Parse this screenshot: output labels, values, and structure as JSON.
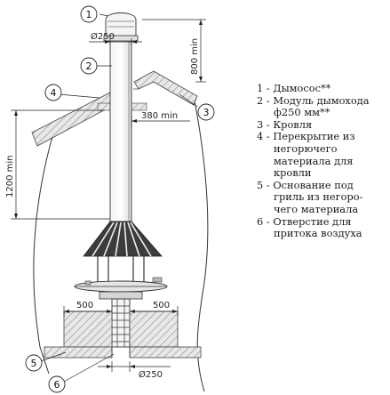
{
  "callouts": [
    "1",
    "2",
    "3",
    "4",
    "5",
    "6"
  ],
  "dimensions": {
    "top_diameter": "Ø250",
    "height_above_roof": "800 min",
    "clearance_roof": "380 min",
    "height_above_grill": "1200 min",
    "side_left": "500",
    "side_right": "500",
    "bottom_diameter": "Ø250"
  },
  "legend": [
    {
      "lines": [
        "1 - Дымосос**"
      ]
    },
    {
      "lines": [
        "2 - Модуль дымохода",
        "ф250 мм**"
      ]
    },
    {
      "lines": [
        "3 - Кровля"
      ]
    },
    {
      "lines": [
        "4 - Перекрытие из",
        "негорючего",
        "материала для",
        "кровли"
      ]
    },
    {
      "lines": [
        "5 - Основание под",
        "гриль из негоро-",
        "чего материала"
      ]
    },
    {
      "lines": [
        "6 - Отверстие для",
        "притока воздуха"
      ]
    }
  ]
}
